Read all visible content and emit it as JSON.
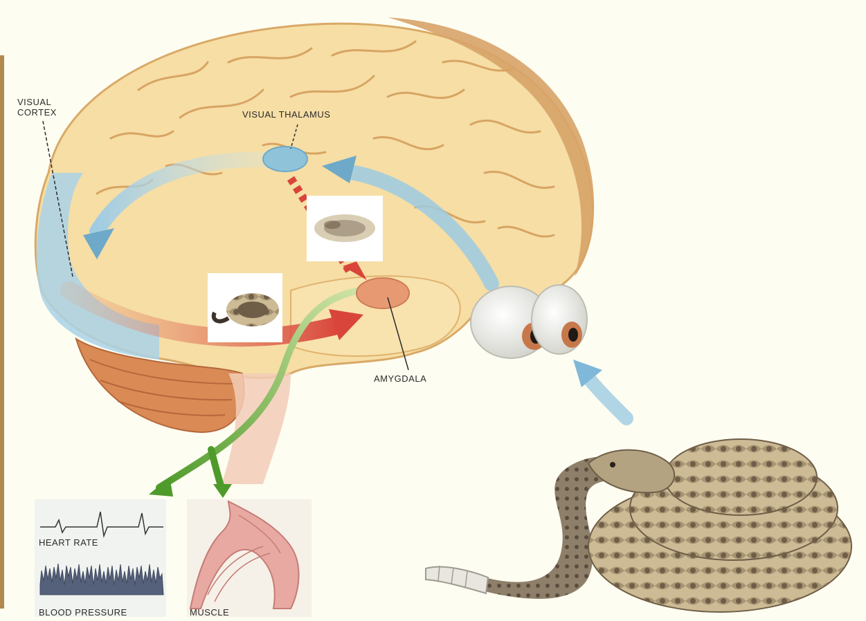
{
  "labels": {
    "visual_cortex_line1": "VISUAL",
    "visual_cortex_line2": "CORTEX",
    "visual_thalamus": "VISUAL THALAMUS",
    "amygdala": "AMYGDALA",
    "heart_rate": "HEART RATE",
    "blood_pressure": "BLOOD PRESSURE",
    "muscle": "MUSCLE"
  },
  "colors": {
    "background": "#fdfdf1",
    "brain": "#f7dfa4",
    "brain_fold": "#e0b26e",
    "cortex_blue": "#a9d2e8",
    "cerebellum": "#d98a55",
    "amygdala": "#e79a72",
    "thalamus": "#8ec3d9",
    "pathway_blue": "#7fb8d8",
    "pathway_red": "#d9453a",
    "pathway_green": "#6fa83c",
    "snake_dark": "#4a3f36",
    "snake_light": "#c9b894"
  },
  "icons": [
    "eye-icon",
    "snake-thumbnail-icon",
    "snake-blurred-thumbnail-icon",
    "leg-muscle-icon"
  ]
}
